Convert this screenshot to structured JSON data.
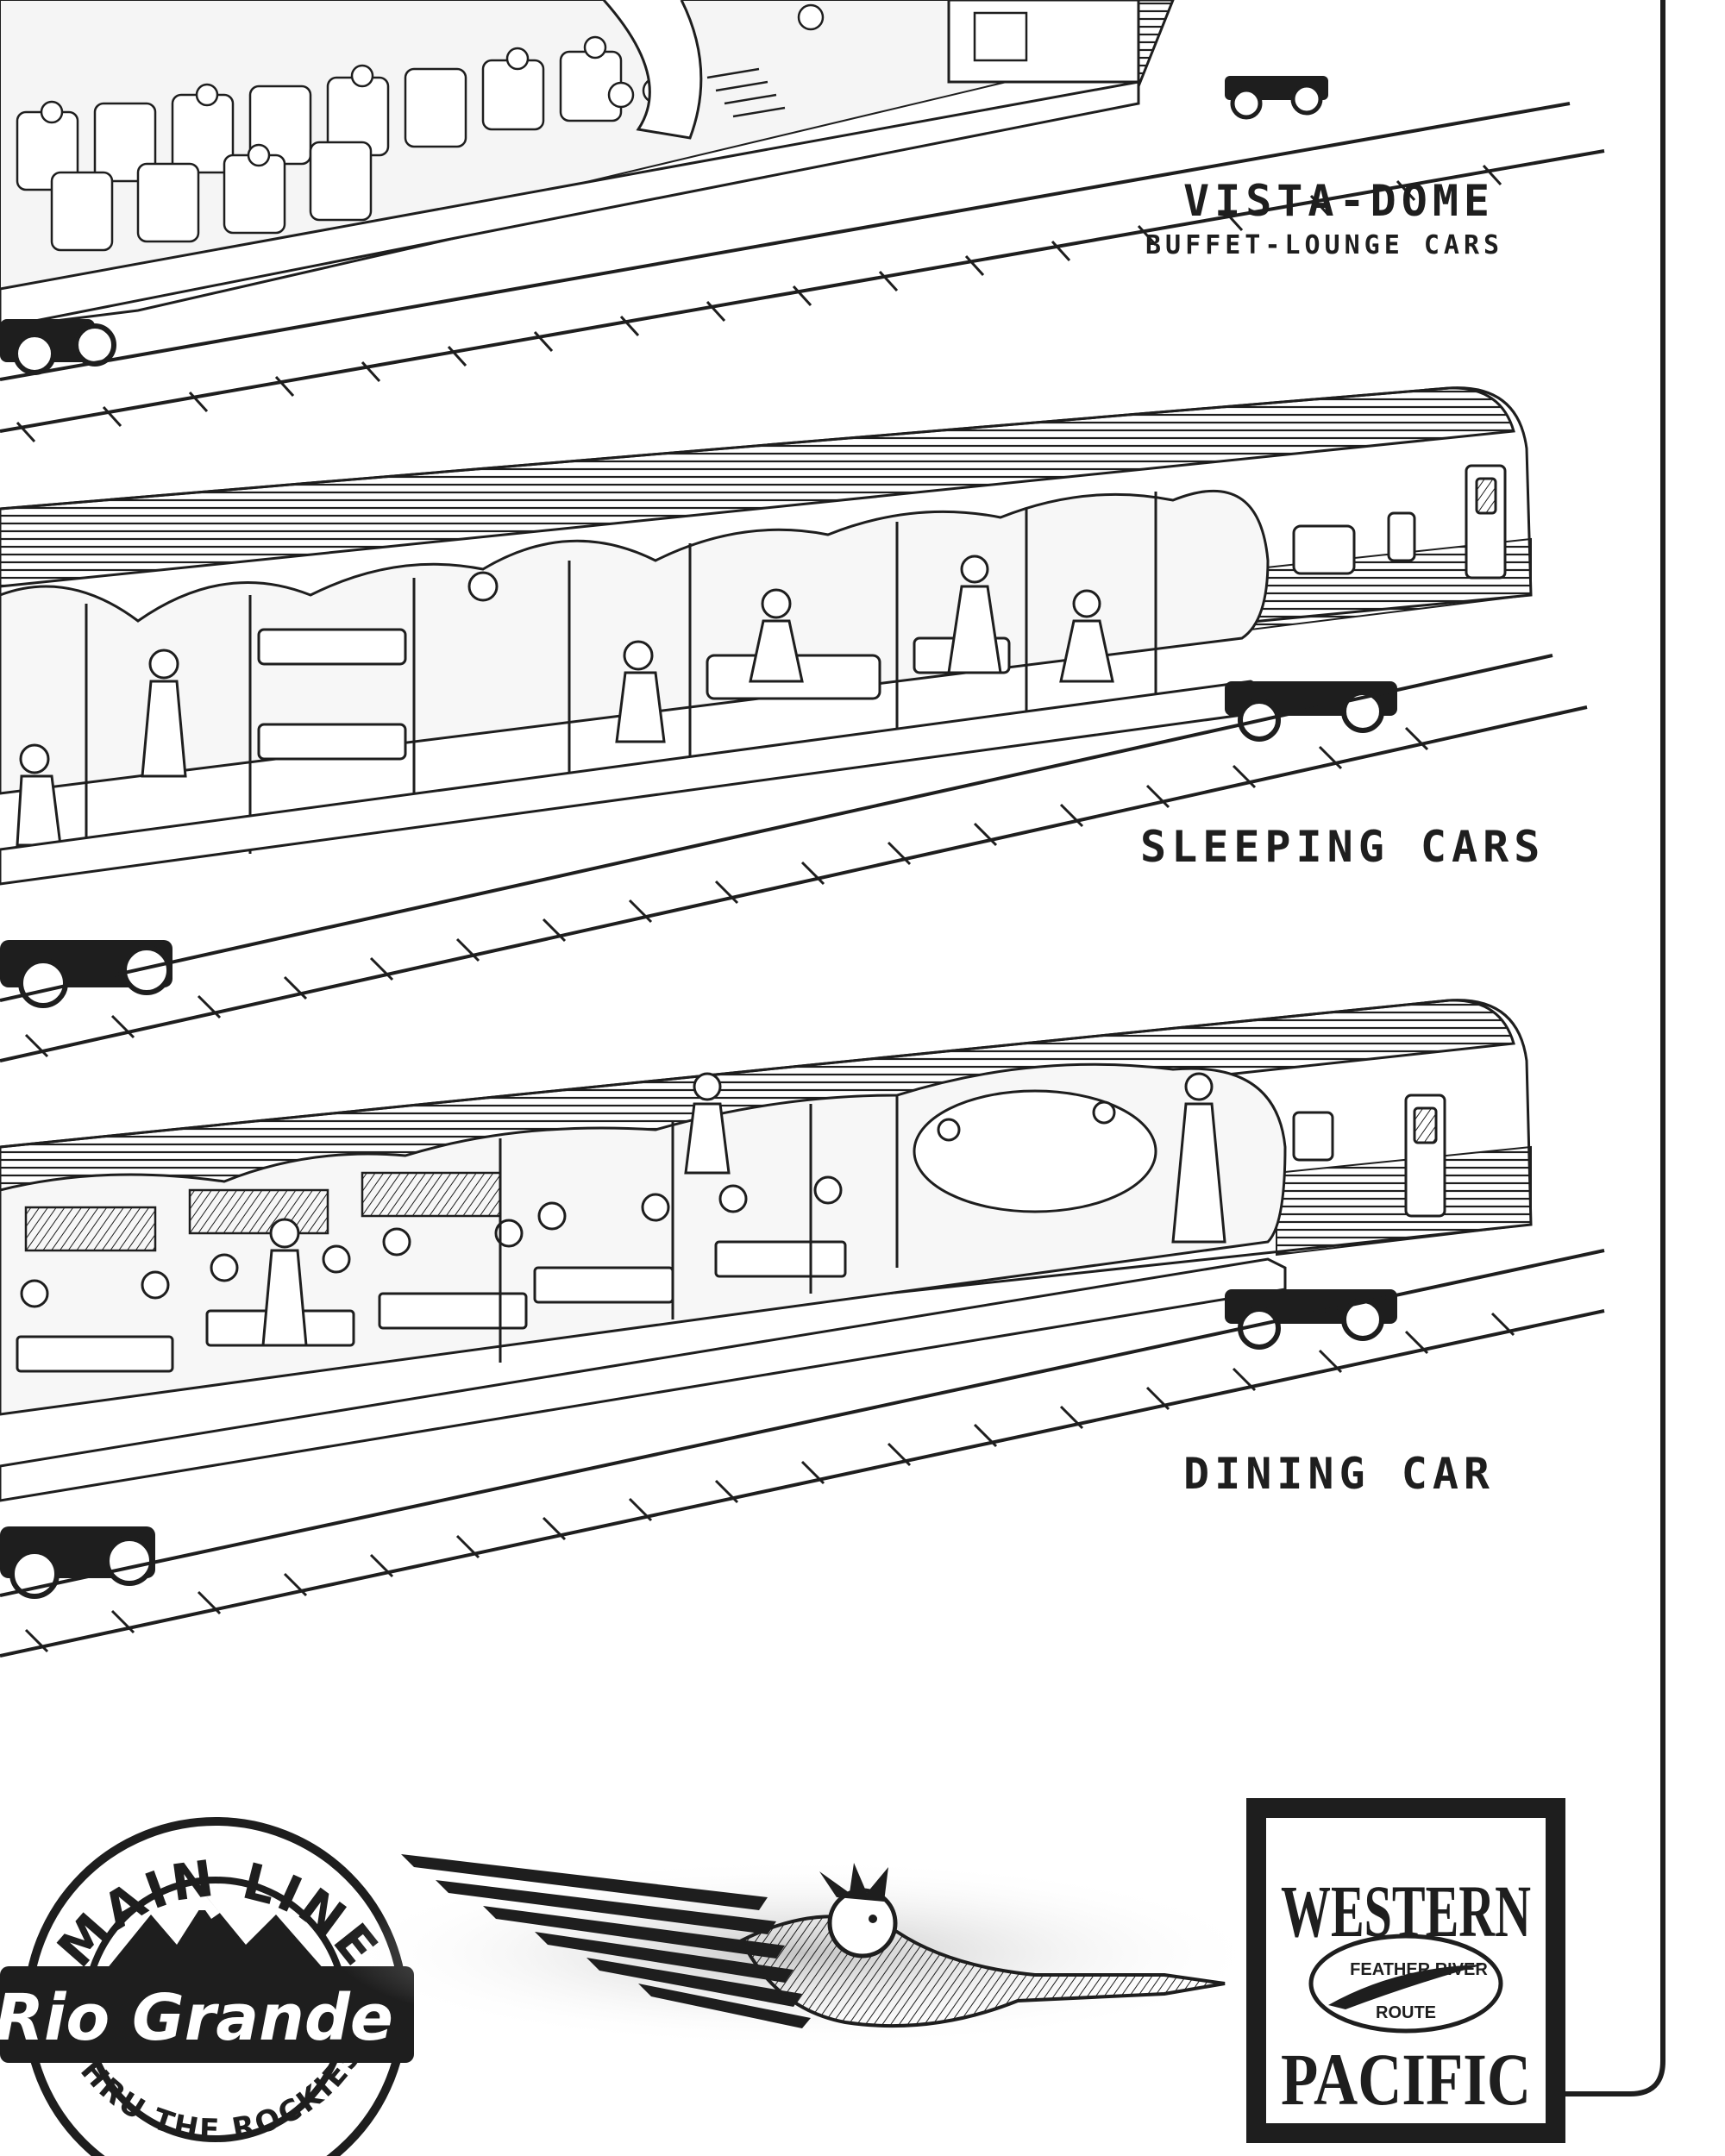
{
  "captions": {
    "vista_dome_title": "VISTA-DOME",
    "vista_dome_subtitle": "BUFFET-LOUNGE CARS",
    "sleeping_cars": "SLEEPING CARS",
    "dining_car": "DINING CAR"
  },
  "logos": {
    "rio_grande": {
      "top_text": "MAIN LINE",
      "banner_text": "Rio Grande",
      "bottom_text": "THRU THE ROCKIES"
    },
    "western_pacific": {
      "line1": "WESTERN",
      "line2": "PACIFIC",
      "feather_text": "FEATHER RIVER",
      "route_text": "ROUTE"
    }
  },
  "colors": {
    "ink": "#1e1e1e",
    "paper": "#ffffff"
  }
}
